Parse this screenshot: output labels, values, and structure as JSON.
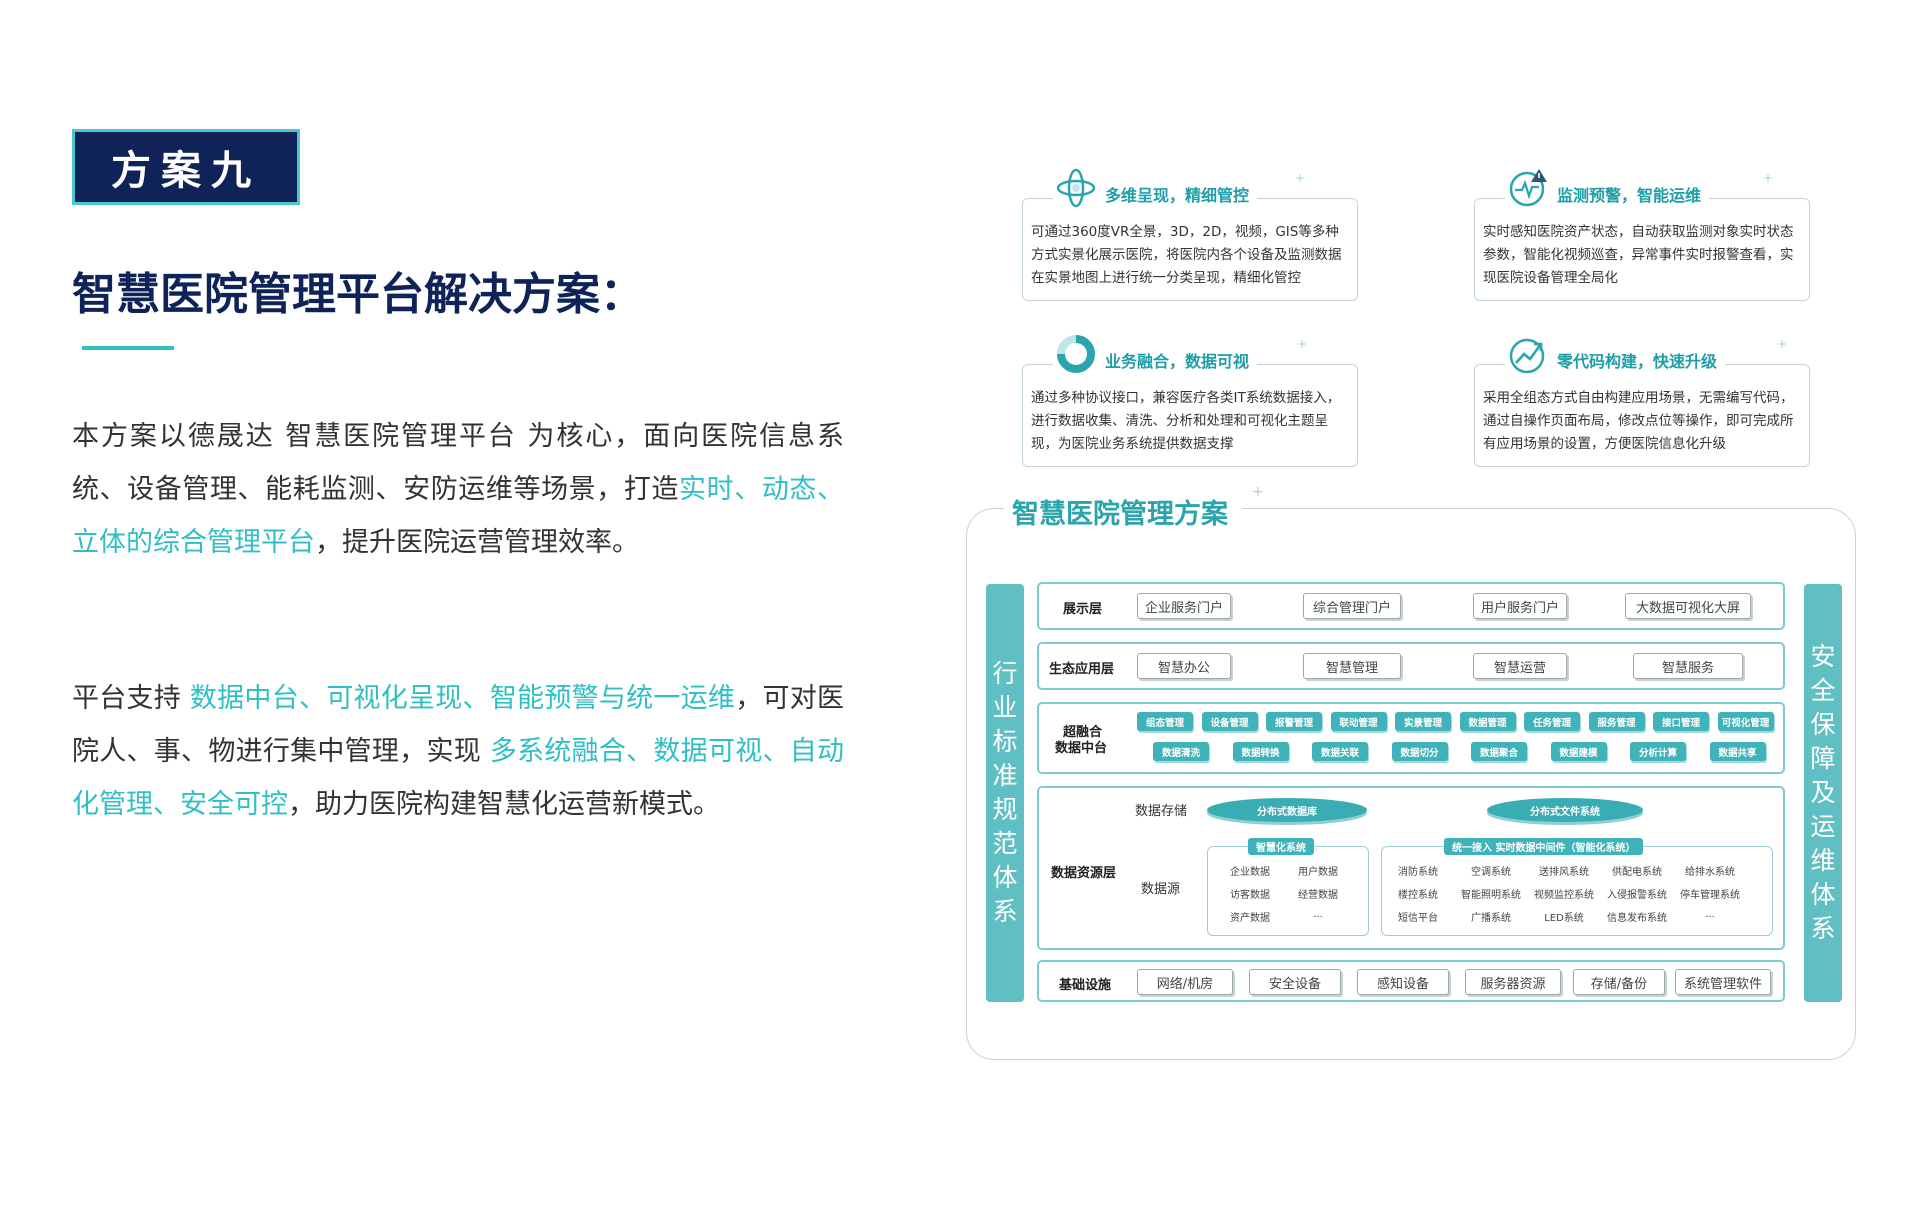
{
  "badge": "方案九",
  "title": "智慧医院管理平台解决方案：",
  "para1": {
    "parts": [
      {
        "text": "本方案以德晟达 智慧医院管理平台 为核心，面向医院信息系统、设备管理、能耗监测、安防运维等场景，打造",
        "hl": false
      },
      {
        "text": "实时、动态、立体的综合管理平台",
        "hl": true
      },
      {
        "text": "，提升医院运营管理效率。",
        "hl": false
      }
    ]
  },
  "para2": {
    "parts": [
      {
        "text": "平台支持 ",
        "hl": false
      },
      {
        "text": "数据中台、可视化呈现、智能预警与统一运维",
        "hl": true
      },
      {
        "text": "，可对医院人、事、物进行集中管理，实现 ",
        "hl": false
      },
      {
        "text": "多系统融合、数据可视、自动化管理、安全可控",
        "hl": true
      },
      {
        "text": "，助力医院构建智慧化运营新模式。",
        "hl": false
      }
    ]
  },
  "cards": [
    {
      "icon": "orbit-icon",
      "title": "多维呈现，精细管控",
      "desc": "可通过360度VR全景，3D，2D，视频，GIS等多种方式实景化展示医院，将医院内各个设备及监测数据在实景地图上进行统一分类呈现，精细化管控"
    },
    {
      "icon": "monitor-alert-icon",
      "title": "监测预警，智能运维",
      "desc": "实时感知医院资产状态，自动获取监测对象实时状态参数，智能化视频巡查，异常事件实时报警查看，实现医院设备管理全局化"
    },
    {
      "icon": "ring-chart-icon",
      "title": "业务融合，数据可视",
      "desc": "通过多种协议接口，兼容医疗各类IT系统数据接入，进行数据收集、清洗、分析和处理和可视化主题呈现，为医院业务系统提供数据支撑"
    },
    {
      "icon": "trend-up-icon",
      "title": "零代码构建，快速升级",
      "desc": "采用全组态方式自由构建应用场景，无需编写代码，通过自操作页面布局，修改点位等操作，即可完成所有应用场景的设置，方便医院信息化升级"
    }
  ],
  "arch": {
    "title": "智慧医院管理方案",
    "left_side": [
      "行",
      "业",
      "标",
      "准",
      "规",
      "范",
      "体",
      "系"
    ],
    "right_side": [
      "安",
      "全",
      "保",
      "障",
      "及",
      "运",
      "维",
      "体",
      "系"
    ],
    "display": {
      "name": "展示层",
      "items": [
        "企业服务门户",
        "综合管理门户",
        "用户服务门户",
        "大数据可视化大屏"
      ]
    },
    "ecology": {
      "name": "生态应用层",
      "items": [
        "智慧办公",
        "智慧管理",
        "智慧运营",
        "智慧服务"
      ]
    },
    "middle": {
      "name_line1": "超融合",
      "name_line2": "数据中台",
      "row1": [
        "组态管理",
        "设备管理",
        "报警管理",
        "联动管理",
        "实景管理",
        "数据管理",
        "任务管理",
        "服务管理",
        "接口管理",
        "可视化管理"
      ],
      "row2": [
        "数据清洗",
        "数据转换",
        "数据关联",
        "数据切分",
        "数据聚合",
        "数据建模",
        "分析计算",
        "数据共享"
      ]
    },
    "resource": {
      "name": "数据资源层",
      "storage_label": "数据存储",
      "storage_items": [
        "分布式数据库",
        "分布式文件系统"
      ],
      "source_label": "数据源",
      "smart_tag": "智慧化系统",
      "smart_items": [
        "企业数据",
        "用户数据",
        "访客数据",
        "经营数据",
        "资产数据",
        "..."
      ],
      "access_tag": "统一接入 实时数据中间件（智能化系统）",
      "access_items": [
        "消防系统",
        "空调系统",
        "送排风系统",
        "供配电系统",
        "给排水系统",
        "楼控系统",
        "智能照明系统",
        "视频监控系统",
        "入侵报警系统",
        "停车管理系统",
        "短信平台",
        "广播系统",
        "LED系统",
        "信息发布系统",
        "..."
      ]
    },
    "infra": {
      "name": "基础设施",
      "items": [
        "网络/机房",
        "安全设备",
        "感知设备",
        "服务器资源",
        "存储/备份",
        "系统管理软件"
      ]
    }
  },
  "colors": {
    "navy": "#0f2358",
    "teal": "#2fbfc5",
    "side": "#5fbfc2"
  }
}
